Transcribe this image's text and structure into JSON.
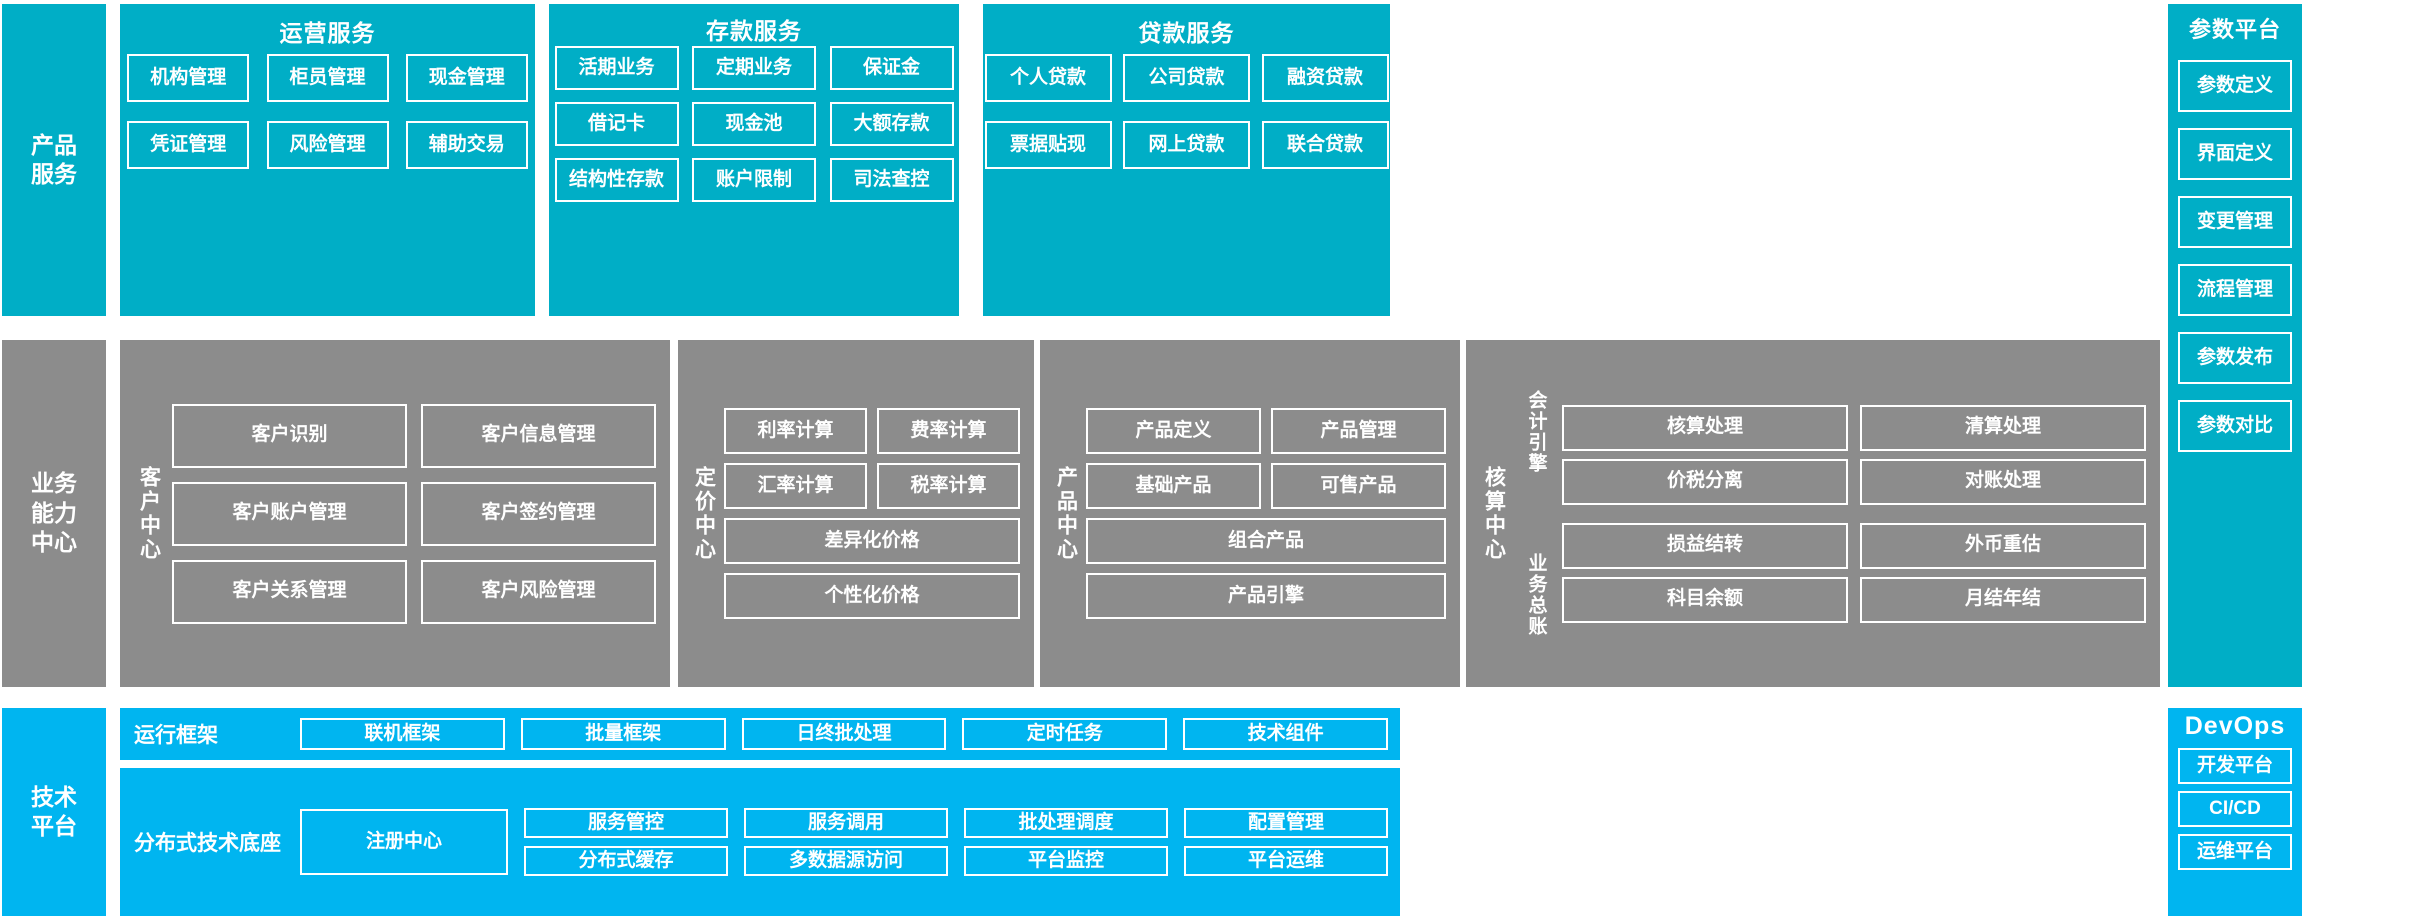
{
  "rows": {
    "product_services": {
      "rail_label": "产品\n服务",
      "panels": [
        {
          "title": "运营服务",
          "items": [
            "机构管理",
            "柜员管理",
            "现金管理",
            "凭证管理",
            "风险管理",
            "辅助交易"
          ]
        },
        {
          "title": "存款服务",
          "items": [
            "活期业务",
            "定期业务",
            "保证金",
            "借记卡",
            "现金池",
            "大额存款",
            "结构性存款",
            "账户限制",
            "司法查控"
          ]
        },
        {
          "title": "贷款服务",
          "items": [
            "个人贷款",
            "公司贷款",
            "融资贷款",
            "票据贴现",
            "网上贷款",
            "联合贷款"
          ]
        }
      ]
    },
    "business_capability": {
      "rail_label": "业务\n能力\n中心",
      "panels": [
        {
          "vlabel": "客户中心",
          "rows": [
            [
              "客户识别",
              "客户信息管理"
            ],
            [
              "客户账户管理",
              "客户签约管理"
            ],
            [
              "客户关系管理",
              "客户风险管理"
            ]
          ]
        },
        {
          "vlabel": "定价中心",
          "rows": [
            [
              "利率计算",
              "费率计算"
            ],
            [
              "汇率计算",
              "税率计算"
            ],
            [
              "差异化价格"
            ],
            [
              "个性化价格"
            ]
          ]
        },
        {
          "vlabel": "产品中心",
          "rows": [
            [
              "产品定义",
              "产品管理"
            ],
            [
              "基础产品",
              "可售产品"
            ],
            [
              "组合产品"
            ],
            [
              "产品引擎"
            ]
          ]
        },
        {
          "vlabel": "核算中心",
          "groups": [
            {
              "vlabel": "会计引擎",
              "rows": [
                [
                  "核算处理",
                  "清算处理"
                ],
                [
                  "价税分离",
                  "对账处理"
                ]
              ]
            },
            {
              "vlabel": "业务总账",
              "rows": [
                [
                  "损益结转",
                  "外币重估"
                ],
                [
                  "科目余额",
                  "月结年结"
                ]
              ]
            }
          ]
        }
      ]
    },
    "technology_platform": {
      "rail_label": "技术\n平台",
      "rows": [
        {
          "label": "运行框架",
          "items": [
            "联机框架",
            "批量框架",
            "日终批处理",
            "定时任务",
            "技术组件"
          ]
        },
        {
          "label": "分布式技术底座",
          "anchor": "注册中心",
          "columns": [
            [
              "服务管控",
              "分布式缓存"
            ],
            [
              "服务调用",
              "多数据源访问"
            ],
            [
              "批处理调度",
              "平台监控"
            ],
            [
              "配置管理",
              "平台运维"
            ]
          ]
        }
      ]
    }
  },
  "parameter_platform": {
    "title": "参数平台",
    "items": [
      "参数定义",
      "界面定义",
      "变更管理",
      "流程管理",
      "参数发布",
      "参数对比"
    ]
  },
  "devops": {
    "title": "DevOps",
    "items": [
      "开发平台",
      "CI/CD",
      "运维平台"
    ]
  },
  "colors": {
    "teal": "#00AEC6",
    "gray": "#8C8C8C",
    "blue": "#00B5F0",
    "cell_border": "#FFFFFF",
    "text": "#FFFFFF"
  }
}
